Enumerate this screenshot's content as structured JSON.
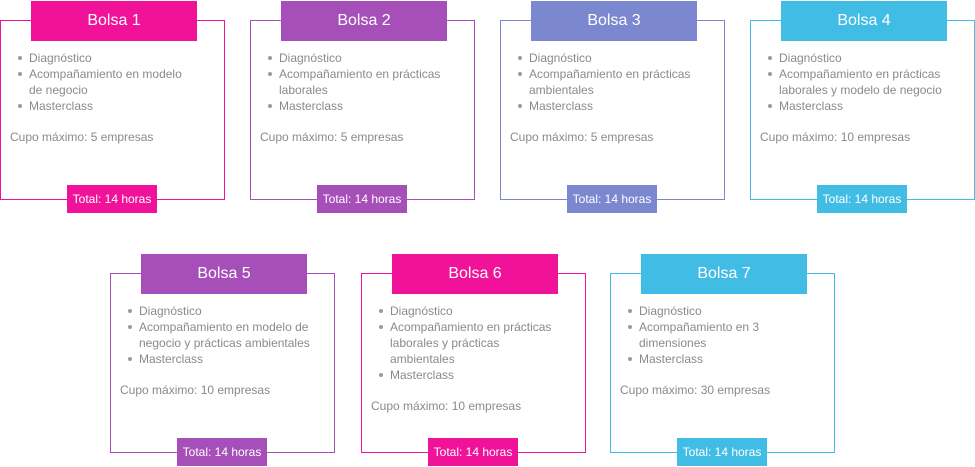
{
  "bolsas": [
    {
      "title": "Bolsa 1",
      "items": [
        "Diagnóstico",
        "Acompañamiento en modelo de negocio",
        "Masterclass"
      ],
      "cupo": "Cupo máximo: 5 empresas",
      "total": "Total: 14 horas",
      "color": "#f0139a"
    },
    {
      "title": "Bolsa 2",
      "items": [
        "Diagnóstico",
        "Acompañamiento en prácticas laborales",
        "Masterclass"
      ],
      "cupo": "Cupo máximo: 5 empresas",
      "total": "Total: 14 horas",
      "color": "#a64fb9"
    },
    {
      "title": "Bolsa 3",
      "items": [
        "Diagnóstico",
        "Acompañamiento en prácticas ambientales",
        "Masterclass"
      ],
      "cupo": "Cupo máximo: 5 empresas",
      "total": "Total: 14 horas",
      "color": "#7b88cf"
    },
    {
      "title": "Bolsa 4",
      "items": [
        "Diagnóstico",
        "Acompañamiento en prácticas laborales y modelo de negocio",
        "Masterclass"
      ],
      "cupo": "Cupo máximo: 10 empresas",
      "total": "Total: 14 horas",
      "color": "#41bde5"
    },
    {
      "title": "Bolsa 5",
      "items": [
        "Diagnóstico",
        "Acompañamiento en modelo de negocio y prácticas ambientales",
        "Masterclass"
      ],
      "cupo": "Cupo máximo: 10 empresas",
      "total": "Total: 14 horas",
      "color": "#a64fb9"
    },
    {
      "title": "Bolsa 6",
      "items": [
        "Diagnóstico",
        "Acompañamiento en prácticas laborales y prácticas ambientales",
        "Masterclass"
      ],
      "cupo": "Cupo máximo: 10 empresas",
      "total": "Total: 14 horas",
      "color": "#f0139a"
    },
    {
      "title": "Bolsa 7",
      "items": [
        "Diagnóstico",
        "Acompañamiento en 3 dimensiones",
        "Masterclass"
      ],
      "cupo": "Cupo máximo: 30 empresas",
      "total": "Total: 14 horas",
      "color": "#41bde5"
    }
  ]
}
